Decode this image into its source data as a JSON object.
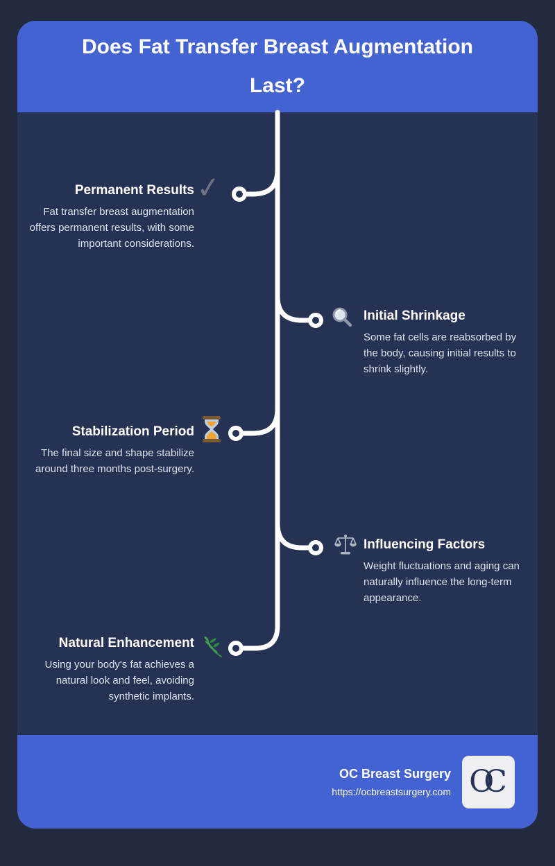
{
  "header": {
    "title": "Does Fat Transfer Breast Augmentation Last?"
  },
  "timeline": {
    "items": [
      {
        "title": "Permanent Results",
        "body": "Fat transfer breast augmentation offers permanent results, with some important considerations.",
        "icon": "check-icon",
        "side": "left"
      },
      {
        "title": "Initial Shrinkage",
        "body": "Some fat cells are reabsorbed by the body, causing initial results to shrink slightly.",
        "icon": "magnifier-icon",
        "side": "right"
      },
      {
        "title": "Stabilization Period",
        "body": "The final size and shape stabilize around three months post-surgery.",
        "icon": "hourglass-icon",
        "side": "left"
      },
      {
        "title": "Influencing Factors",
        "body": "Weight fluctuations and aging can naturally influence the long-term appearance.",
        "icon": "scale-icon",
        "side": "right"
      },
      {
        "title": "Natural Enhancement",
        "body": "Using your body's fat achieves a natural look and feel, avoiding synthetic implants.",
        "icon": "herb-icon",
        "side": "left"
      }
    ]
  },
  "footer": {
    "brand": "OC Breast Surgery",
    "url": "https://ocbreastsurgery.com",
    "logo_text": "OC"
  },
  "colors": {
    "background": "#212b3d",
    "card": "#263253",
    "accent_blue": "#4363d2",
    "line": "#ffffff",
    "body_text": "#dce3f1"
  }
}
